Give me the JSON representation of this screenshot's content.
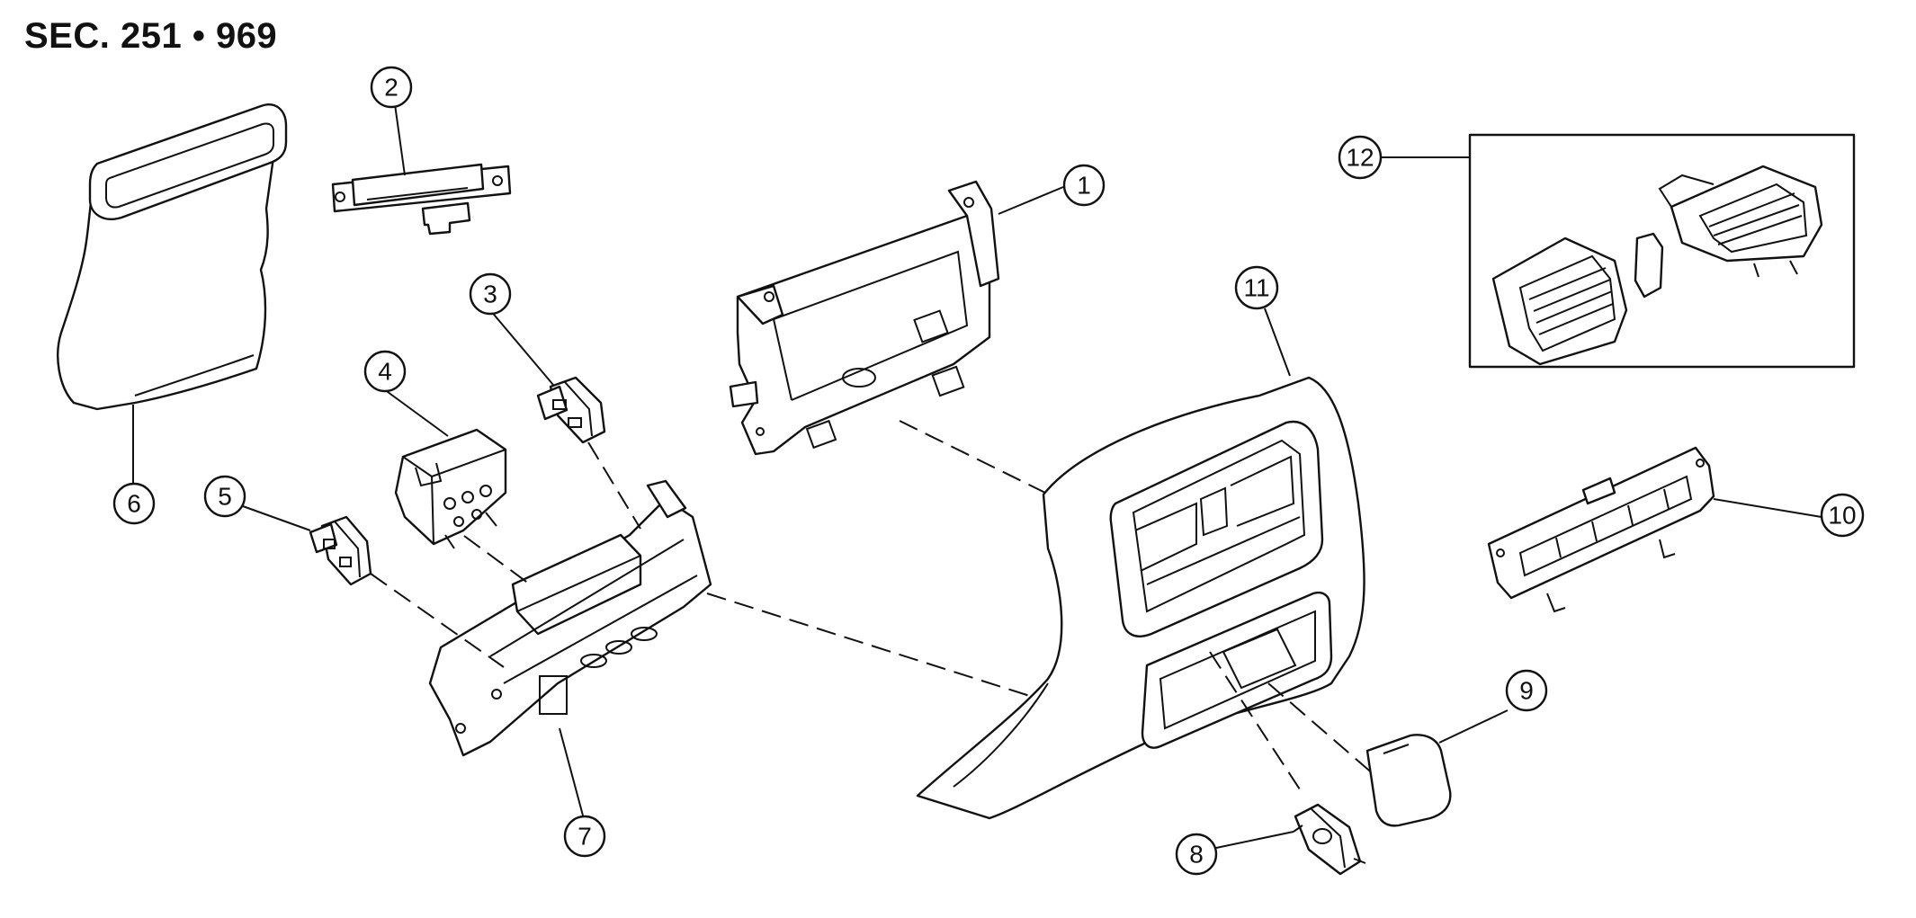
{
  "section_title": "SEC. 251 • 969",
  "callouts": [
    "1",
    "2",
    "3",
    "4",
    "5",
    "6",
    "7",
    "8",
    "9",
    "10",
    "11",
    "12"
  ]
}
